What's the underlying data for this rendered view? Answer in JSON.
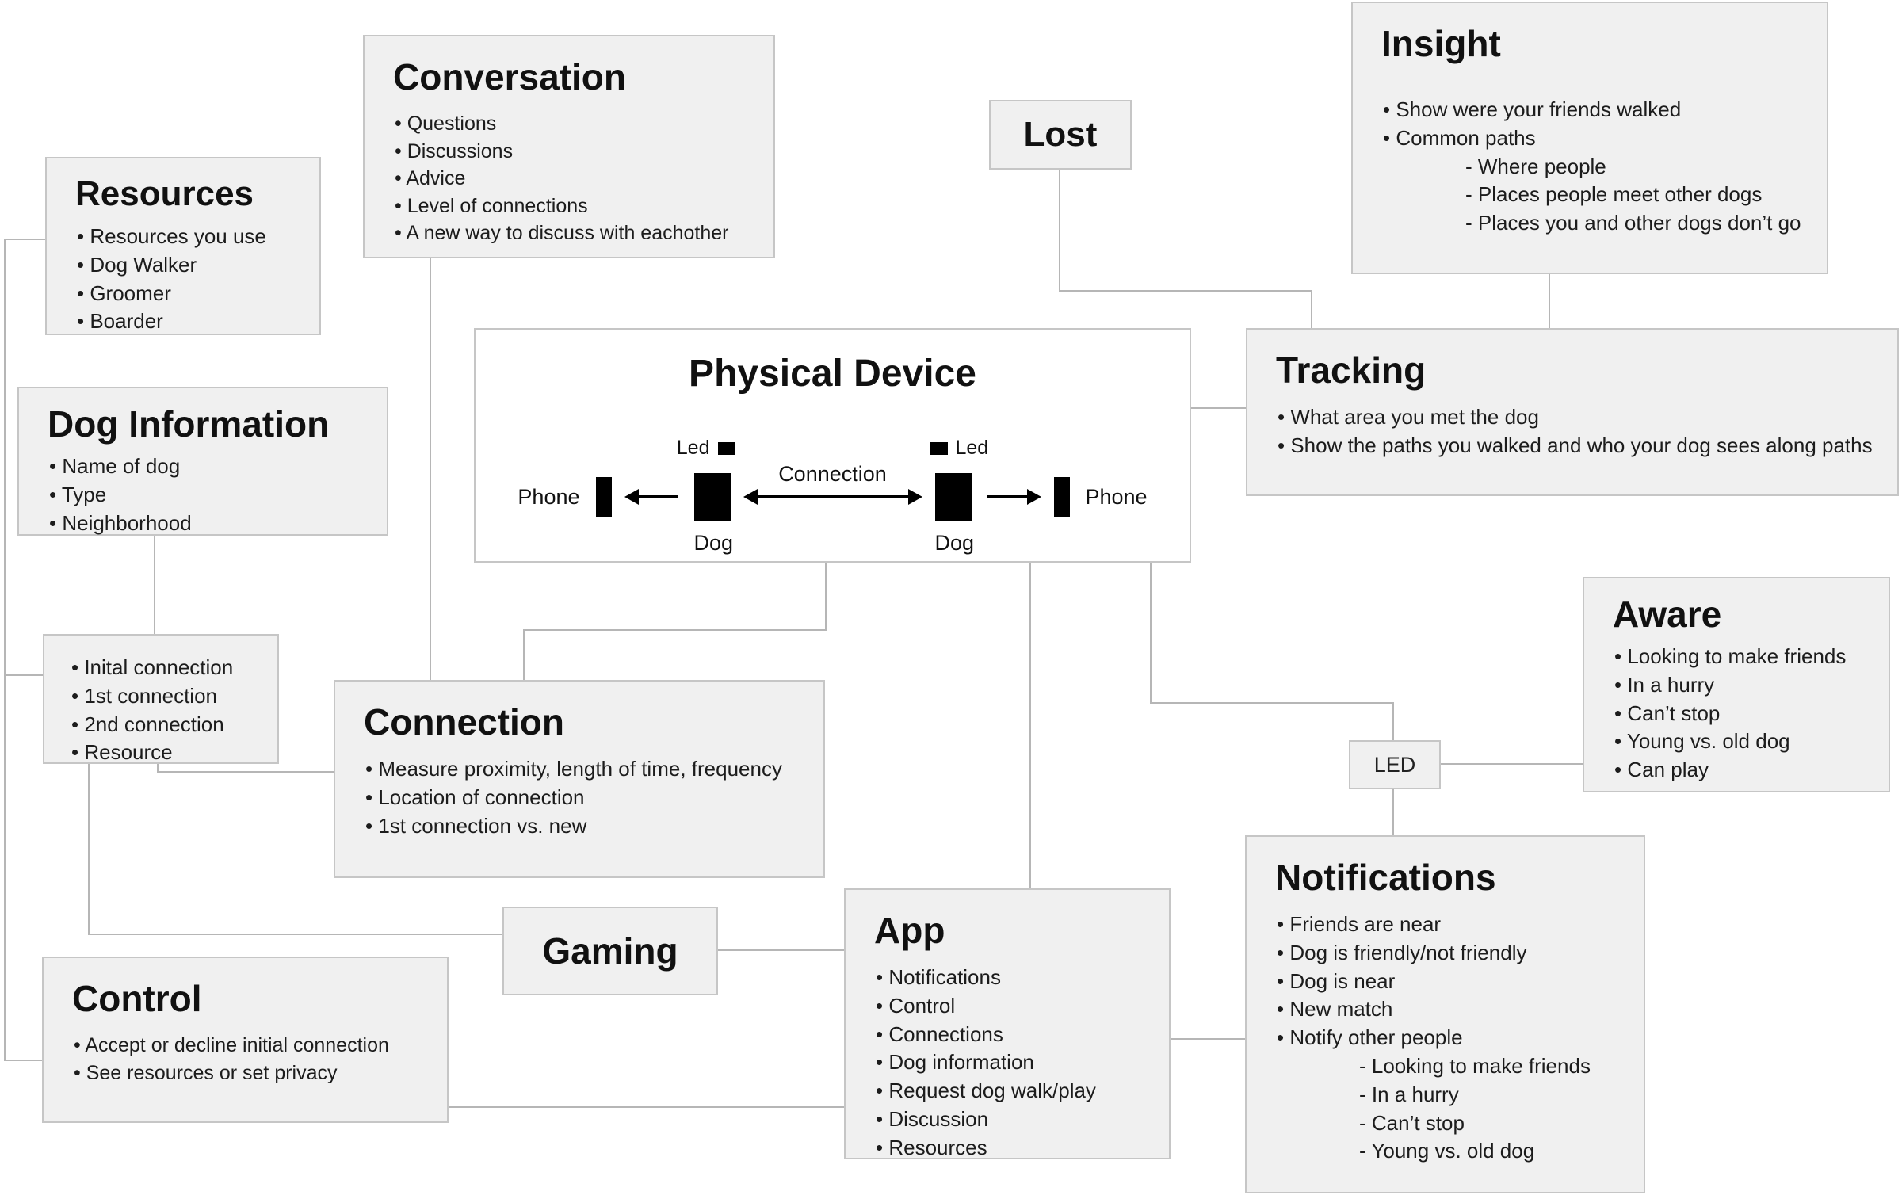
{
  "colors": {
    "page_bg": "#ffffff",
    "box_bg": "#f0f0f0",
    "box_border": "#c6c6c6",
    "connector_line": "#b6b6b6",
    "text": "#111111",
    "device_shape": "#000000"
  },
  "nodes": {
    "resources": {
      "title": "Resources",
      "items": [
        {
          "t": "Resources you use",
          "sub": false
        },
        {
          "t": "Dog Walker",
          "sub": false
        },
        {
          "t": "Groomer",
          "sub": false
        },
        {
          "t": "Boarder",
          "sub": false
        }
      ]
    },
    "conversation": {
      "title": "Conversation",
      "items": [
        {
          "t": "Questions",
          "sub": false
        },
        {
          "t": "Discussions",
          "sub": false
        },
        {
          "t": "Advice",
          "sub": false
        },
        {
          "t": "Level of connections",
          "sub": false
        },
        {
          "t": "A new way to discuss with eachother",
          "sub": false
        }
      ]
    },
    "lost": {
      "title": "Lost"
    },
    "insight": {
      "title": "Insight",
      "items": [
        {
          "t": "Show were your friends walked",
          "sub": false
        },
        {
          "t": "Common paths",
          "sub": false
        },
        {
          "t": "Where people",
          "sub": true
        },
        {
          "t": "Places people meet other dogs",
          "sub": true
        },
        {
          "t": "Places you and other dogs don’t go",
          "sub": true
        }
      ]
    },
    "physical_device": {
      "title": "Physical Device",
      "phone_label": "Phone",
      "led_label": "Led",
      "dog_label": "Dog",
      "connection_label": "Connection"
    },
    "tracking": {
      "title": "Tracking",
      "items": [
        {
          "t": "What area you met the dog",
          "sub": false
        },
        {
          "t": "Show the paths you walked and who your dog sees along paths",
          "sub": false
        }
      ]
    },
    "dog_information": {
      "title": "Dog Information",
      "items": [
        {
          "t": "Name of dog",
          "sub": false
        },
        {
          "t": "Type",
          "sub": false
        },
        {
          "t": "Neighborhood",
          "sub": false
        }
      ]
    },
    "connection_levels": {
      "items": [
        {
          "t": "Inital connection",
          "sub": false
        },
        {
          "t": "1st connection",
          "sub": false
        },
        {
          "t": "2nd connection",
          "sub": false
        },
        {
          "t": "Resource",
          "sub": false
        }
      ]
    },
    "connection": {
      "title": "Connection",
      "items": [
        {
          "t": "Measure proximity, length of time, frequency",
          "sub": false
        },
        {
          "t": "Location of connection",
          "sub": false
        },
        {
          "t": "1st connection vs. new",
          "sub": false
        }
      ]
    },
    "aware": {
      "title": "Aware",
      "items": [
        {
          "t": "Looking to make friends",
          "sub": false
        },
        {
          "t": "In a hurry",
          "sub": false
        },
        {
          "t": "Can’t stop",
          "sub": false
        },
        {
          "t": "Young vs. old dog",
          "sub": false
        },
        {
          "t": "Can play",
          "sub": false
        }
      ]
    },
    "led": {
      "title": "LED"
    },
    "notifications": {
      "title": "Notifications",
      "items": [
        {
          "t": "Friends are near",
          "sub": false
        },
        {
          "t": "Dog is friendly/not friendly",
          "sub": false
        },
        {
          "t": "Dog is near",
          "sub": false
        },
        {
          "t": "New match",
          "sub": false
        },
        {
          "t": "Notify other people",
          "sub": false
        },
        {
          "t": "Looking to make friends",
          "sub": true
        },
        {
          "t": "In a hurry",
          "sub": true
        },
        {
          "t": "Can’t stop",
          "sub": true
        },
        {
          "t": "Young vs. old dog",
          "sub": true
        }
      ]
    },
    "gaming": {
      "title": "Gaming"
    },
    "app": {
      "title": "App",
      "items": [
        {
          "t": "Notifications",
          "sub": false
        },
        {
          "t": "Control",
          "sub": false
        },
        {
          "t": "Connections",
          "sub": false
        },
        {
          "t": "Dog information",
          "sub": false
        },
        {
          "t": "Request dog walk/play",
          "sub": false
        },
        {
          "t": "Discussion",
          "sub": false
        },
        {
          "t": "Resources",
          "sub": false
        }
      ]
    },
    "control": {
      "title": "Control",
      "items": [
        {
          "t": "Accept or decline initial connection",
          "sub": false
        },
        {
          "t": "See resources or set privacy",
          "sub": false
        }
      ]
    }
  }
}
